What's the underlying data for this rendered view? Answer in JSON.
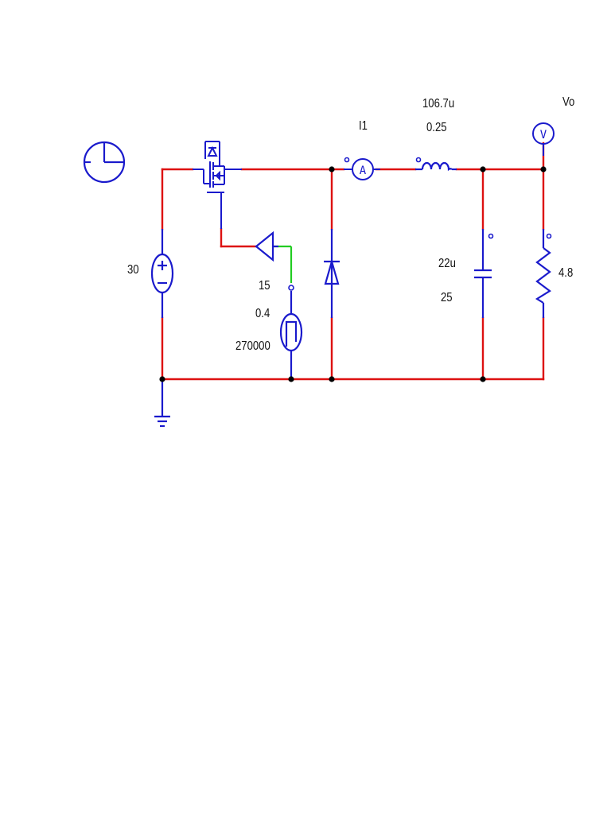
{
  "labels": {
    "source_voltage": "30",
    "gate_amplitude": "15",
    "gate_duty": "0.4",
    "gate_frequency": "270000",
    "current_probe": "I1",
    "inductance": "106.7u",
    "inductor_current": "0.25",
    "capacitance": "22u",
    "capacitor_voltage": "25",
    "load_resistance": "4.8",
    "voltage_probe": "Vo"
  },
  "probes": {
    "ammeter_symbol": "A",
    "voltmeter_symbol": "V"
  },
  "colors": {
    "wire": "#dd1111",
    "component": "#1a1acc",
    "control_wire": "#22cc22",
    "node": "#000000"
  },
  "icons": {
    "simulation_clock": "clock-icon",
    "ground": "ground-icon",
    "switch": "mosfet-icon"
  }
}
